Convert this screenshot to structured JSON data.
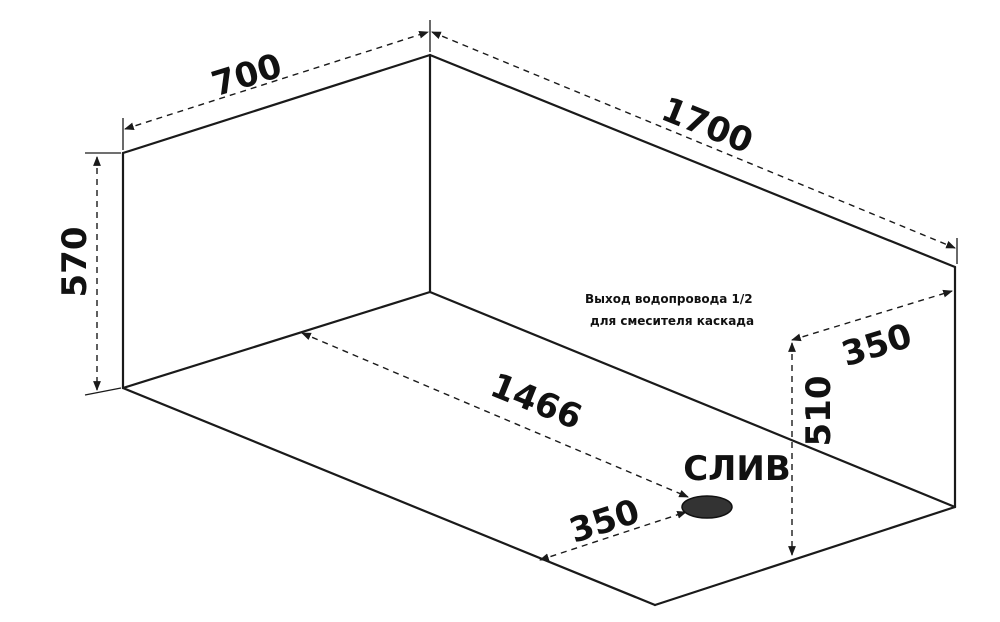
{
  "dimensions": {
    "width_back": "700",
    "length": "1700",
    "height_left": "570",
    "inner_length": "1466",
    "drain_offset": "350",
    "outlet_offset": "350",
    "outlet_height": "510"
  },
  "labels": {
    "drain": "СЛИВ",
    "outlet_note_line1": "Выход водопровода 1/2",
    "outlet_note_line2": "для смесителя каскада"
  },
  "colors": {
    "line": "#1a1a1a",
    "drain_fill": "#333333"
  }
}
